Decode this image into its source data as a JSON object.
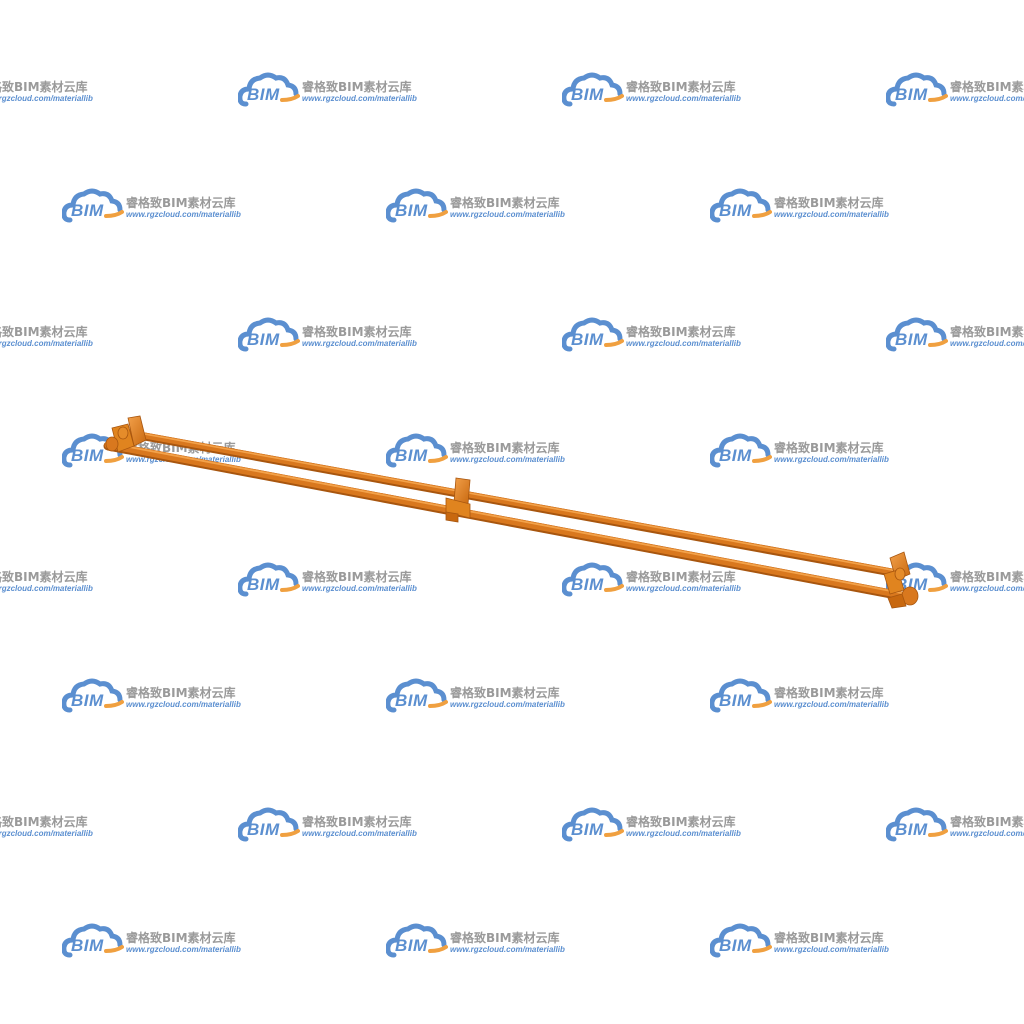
{
  "watermark": {
    "logo_text": "BIM",
    "name": "睿格致BIM素材云库",
    "url": "www.rgzcloud.com/materiallib",
    "logo_icon": "cloud-icon",
    "colors": {
      "logo_blue": "#5b8fd0",
      "logo_orange": "#f0a040",
      "name_gray": "#9a9a9a"
    }
  },
  "model": {
    "object": "rebar-support-assembly",
    "colors": {
      "bar_main": "#d9781e",
      "bar_highlight": "#f3a24a",
      "bar_shadow": "#a8560f",
      "bracket": "#e0841f"
    }
  }
}
